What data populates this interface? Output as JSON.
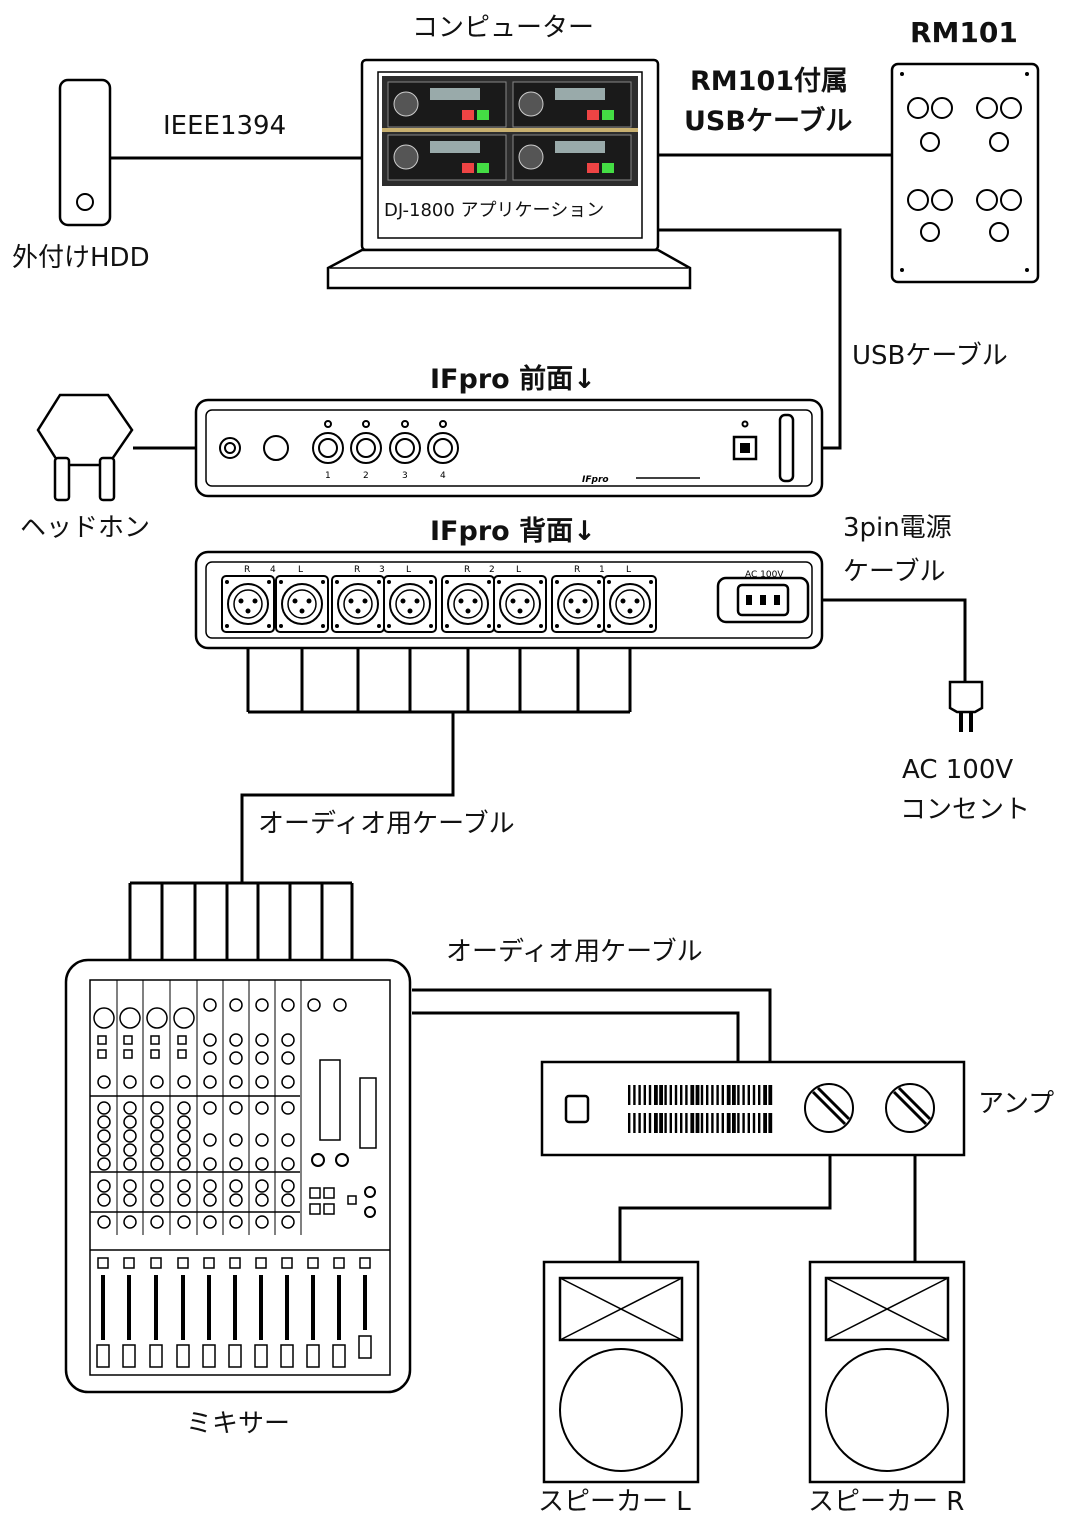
{
  "labels": {
    "computer": "コンピューター",
    "rm101": "RM101",
    "rm101_cable_1": "RM101付属",
    "rm101_cable_2": "USBケーブル",
    "ieee": "IEEE1394",
    "hdd": "外付けHDD",
    "screen_app": "DJ-1800 アプリケーション",
    "usb_cable": "USBケーブル",
    "ifpro_front": "IFpro 前面↓",
    "headphones": "ヘッドホン",
    "ifpro_rear": "IFpro 背面↓",
    "power_cable_1": "3pin電源",
    "power_cable_2": "ケーブル",
    "ac_1": "AC 100V",
    "ac_2": "コンセント",
    "audio_cable_1": "オーディオ用ケーブル",
    "audio_cable_2": "オーディオ用ケーブル",
    "mixer": "ミキサー",
    "amp": "アンプ",
    "speaker_l": "スピーカー L",
    "speaker_r": "スピーカー R"
  },
  "front_panel": {
    "input_numbers": [
      "1",
      "2",
      "3",
      "4"
    ],
    "logo": "IFpro"
  },
  "rear_panel": {
    "channels": [
      {
        "num": "4",
        "r": "R",
        "l": "L"
      },
      {
        "num": "3",
        "r": "R",
        "l": "L"
      },
      {
        "num": "2",
        "r": "R",
        "l": "L"
      },
      {
        "num": "1",
        "r": "R",
        "l": "L"
      }
    ],
    "ac_inlet": "AC 100V"
  }
}
